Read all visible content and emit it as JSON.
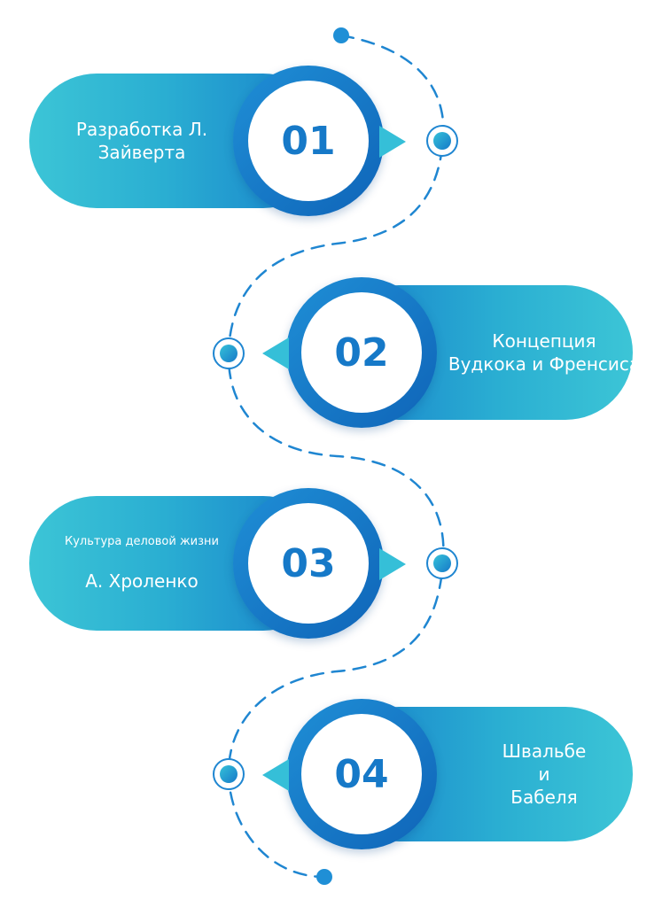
{
  "steps": [
    {
      "number": "01",
      "side": "left",
      "lines": [
        "Разработка Л.",
        "Зайверта"
      ]
    },
    {
      "number": "02",
      "side": "right",
      "lines": [
        "Концепция",
        "Вудкока и Френсиса"
      ]
    },
    {
      "number": "03",
      "side": "left",
      "small_line": "Культура деловой жизни",
      "lines": [
        "А. Хроленко"
      ]
    },
    {
      "number": "04",
      "side": "right",
      "lines": [
        "Швальбе",
        "и",
        "Бабеля"
      ]
    }
  ],
  "colors": {
    "accent_dark": "#1679c8",
    "accent_light": "#3cc5d6",
    "connector": "#1f86d1"
  },
  "icons": [
    "target-icon",
    "endpoint-dot-icon",
    "pointer-arrow-icon"
  ]
}
